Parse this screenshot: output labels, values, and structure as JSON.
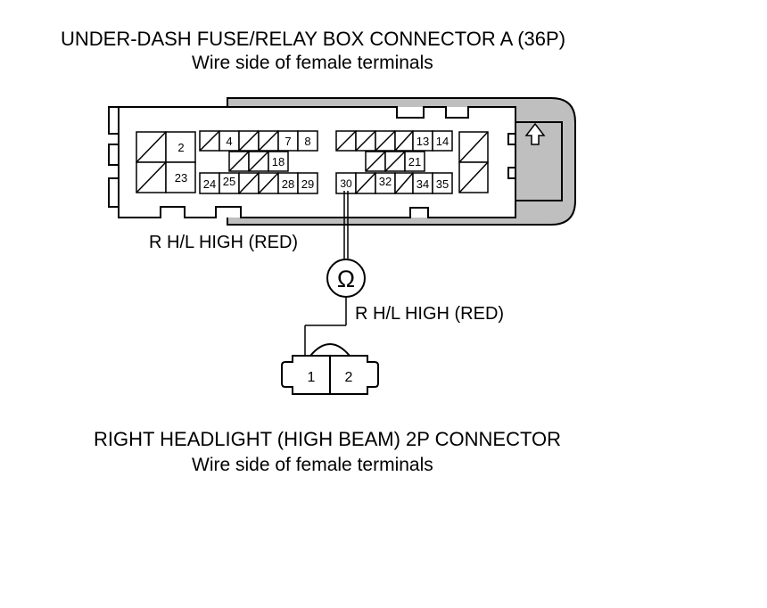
{
  "top_connector": {
    "title": "UNDER-DASH FUSE/RELAY BOX CONNECTOR A (36P)",
    "subtitle": "Wire side of female terminals",
    "pins": [
      "2",
      "23",
      "4",
      "7",
      "8",
      "18",
      "24",
      "25",
      "28",
      "29",
      "13",
      "14",
      "21",
      "30",
      "32",
      "34",
      "35"
    ]
  },
  "wire_label_upper": "R H/L HIGH (RED)",
  "wire_label_lower": "R H/L HIGH (RED)",
  "meter_symbol": "Ω",
  "bottom_connector": {
    "title": "RIGHT HEADLIGHT (HIGH BEAM) 2P CONNECTOR",
    "subtitle": "Wire side of female terminals",
    "pins": [
      "1",
      "2"
    ]
  },
  "arrow_icon": "up-arrow-icon"
}
